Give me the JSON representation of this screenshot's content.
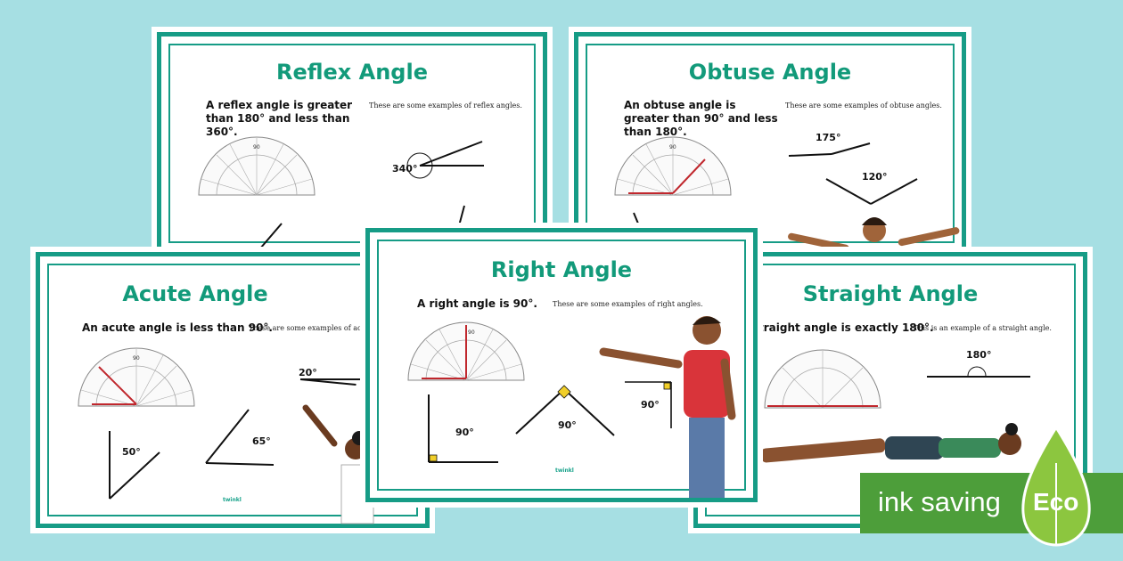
{
  "reflex": {
    "title": "Reflex Angle",
    "desc": "A reflex angle is greater than 180° and less than 360°.",
    "examples": "These are some examples of reflex angles.",
    "angle_label": "340°"
  },
  "obtuse": {
    "title": "Obtuse Angle",
    "desc": "An obtuse angle is greater than 90° and less than 180°.",
    "examples": "These are some examples of obtuse angles.",
    "angle1": "175°",
    "angle2": "120°"
  },
  "acute": {
    "title": "Acute Angle",
    "desc": "An acute angle is less than 90°.",
    "examples": "These are some examples of acute a",
    "angle1": "20°",
    "angle2": "50°",
    "angle3": "65°"
  },
  "right": {
    "title": "Right Angle",
    "desc": "A right angle is 90°.",
    "examples": "These are some examples of right angles.",
    "angle1": "90°",
    "angle2": "90°",
    "angle3": "90°"
  },
  "straight": {
    "title": "Straight Angle",
    "desc": "traight angle is exactly 180°.",
    "examples": "This is an example of a straight angle.",
    "angle": "180°"
  },
  "protractor_mark": "90",
  "logo_text": "twinkl",
  "badge": {
    "text": "ink saving",
    "word": "Eco"
  },
  "colors": {
    "background": "#a6dfe3",
    "border": "#169c86",
    "title": "#129a7a",
    "angle_red": "#c0272d",
    "badge_green": "#4d9e3a"
  }
}
